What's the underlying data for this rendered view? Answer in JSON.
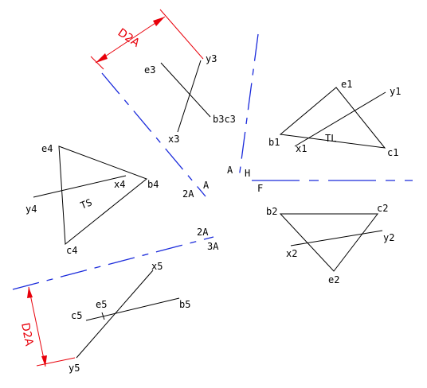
{
  "colors": {
    "background": "#ffffff",
    "object_lines": "#000000",
    "dimension_lines": "#e8000a",
    "reference_lines": "#1a2adb"
  },
  "dimension_text": {
    "upper": "D2A",
    "lower": "D2A"
  },
  "reference_labels": {
    "a_left": "A",
    "two_a_left": "2A",
    "a_center": "A",
    "h": "H",
    "f": "F",
    "two_a_lower": "2A",
    "three_a": "3A"
  },
  "view1": {
    "e": "e1",
    "y": "y1",
    "b": "b1",
    "x": "x1",
    "c": "c1",
    "note": "TL"
  },
  "view2": {
    "b": "b2",
    "c": "c2",
    "y": "y2",
    "x": "x2",
    "e": "e2"
  },
  "view3": {
    "e": "e3",
    "y": "y3",
    "bc": "b3c3",
    "x": "x3"
  },
  "view4": {
    "e": "e4",
    "x": "x4",
    "b": "b4",
    "y": "y4",
    "note": "TS",
    "c": "c4"
  },
  "view5": {
    "x": "x5",
    "c": "c5",
    "e": "e5",
    "b": "b5",
    "y": "y5"
  }
}
